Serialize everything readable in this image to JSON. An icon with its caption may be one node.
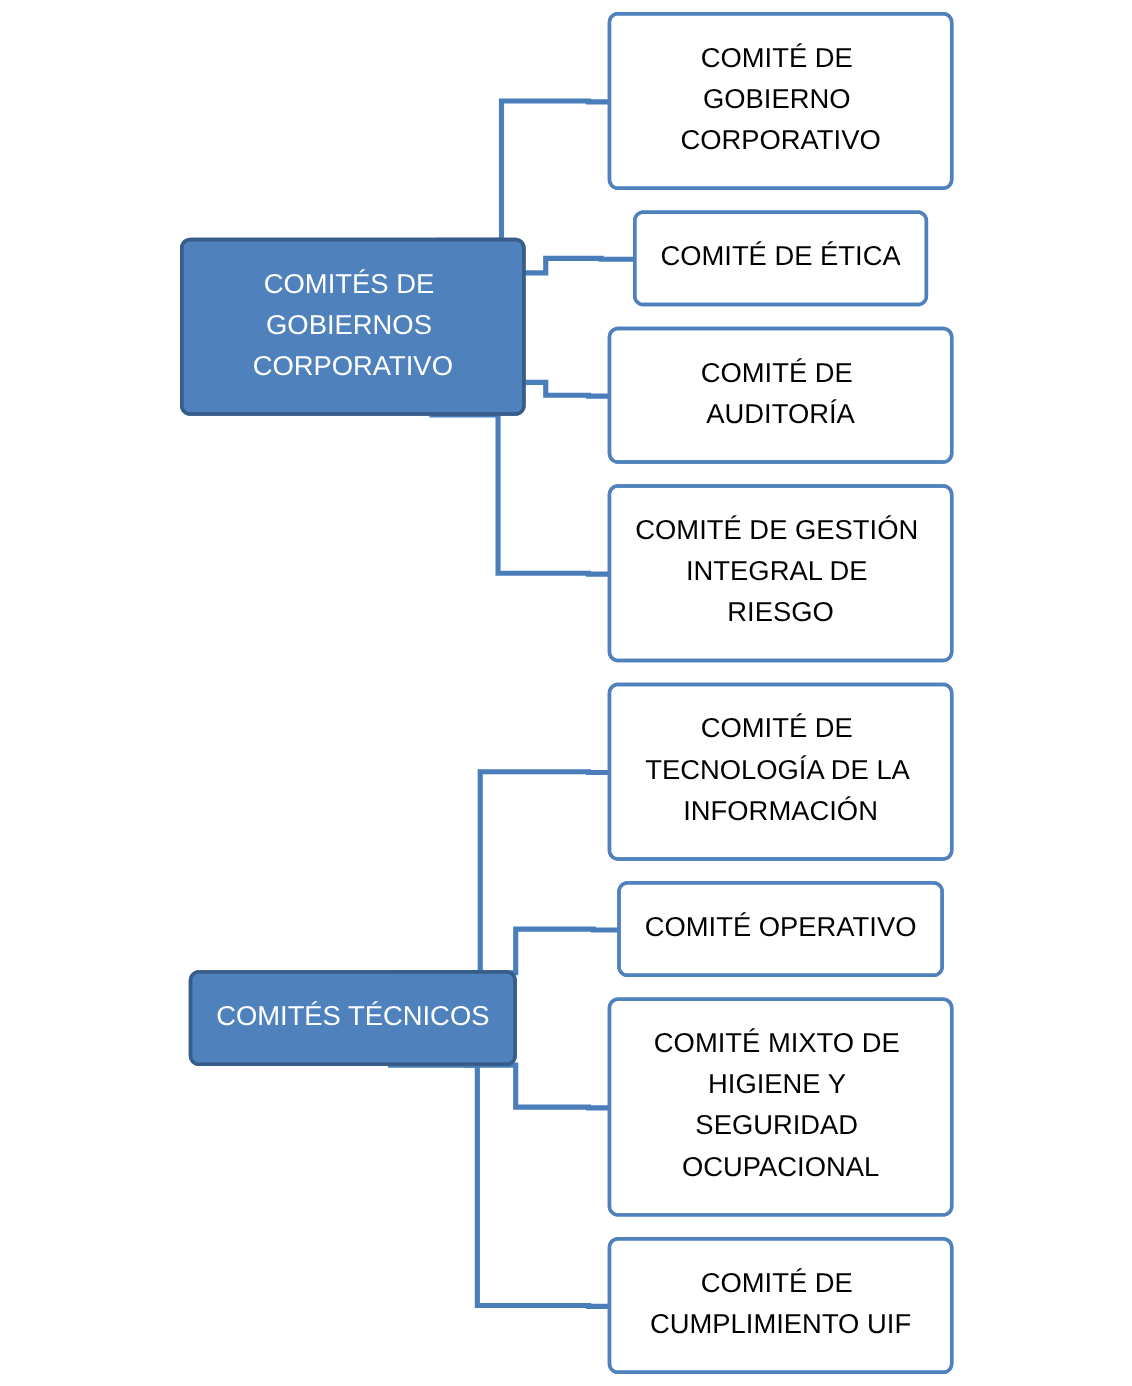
{
  "diagram": {
    "nodes": [
      {
        "text": [
          "COMITÉS DE GOBIERNOS CORPORATIVO"
        ]
      },
      {
        "text": [
          "COMITÉ DE GOBIERNO CORPORATIVO"
        ]
      },
      {
        "text": [
          "COMITÉ DE ÉTICA"
        ]
      },
      {
        "text": [
          "COMITÉ DE AUDITORÍA"
        ]
      },
      {
        "text": [
          "COMITÉ DE GESTIÓN INTEGRAL DE RIESGO"
        ]
      },
      {
        "text": [
          "COMITÉS TÉCNICOS"
        ]
      },
      {
        "text": [
          "COMITÉ DE TECNOLOGÍA DE LA INFORMACIÓN"
        ]
      },
      {
        "text": [
          "COMITÉ OPERATIVO"
        ]
      },
      {
        "text": [
          "COMITÉ MIXTO DE HIGIENE Y SEGURIDAD OCUPACIONAL"
        ]
      },
      {
        "text": [
          "COMITÉ DE CUMPLIMIENTO UIF"
        ]
      }
    ],
    "edges": [
      {
        "from": 0,
        "to": 1,
        "arrow": "none"
      },
      {
        "from": 0,
        "to": 2,
        "arrow": "none"
      },
      {
        "from": 0,
        "to": 3,
        "arrow": "none"
      },
      {
        "from": 0,
        "to": 4,
        "arrow": "none"
      },
      {
        "from": 5,
        "to": 6,
        "arrow": "none"
      },
      {
        "from": 5,
        "to": 7,
        "arrow": "none"
      },
      {
        "from": 5,
        "to": 8,
        "arrow": "none"
      },
      {
        "from": 5,
        "to": 9,
        "arrow": "none"
      }
    ]
  }
}
